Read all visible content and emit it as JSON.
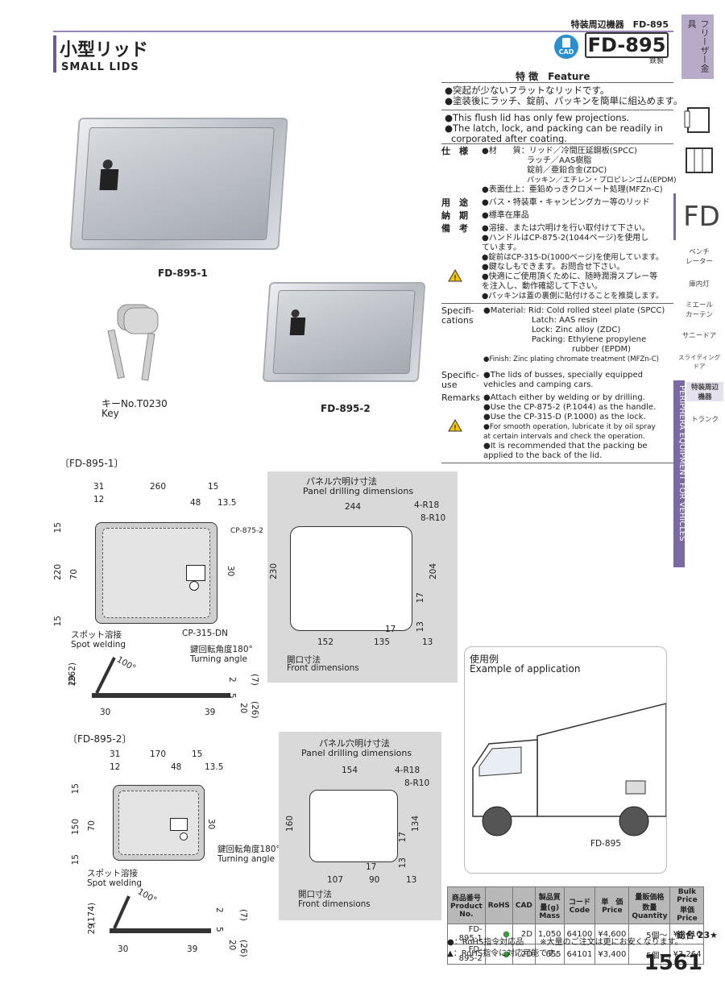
{
  "header": {
    "top_right": "特装周辺機器　FD-895",
    "title_jp": "小型リッド",
    "title_en": "SMALL LIDS",
    "model": "FD-895",
    "material_tag": "鉄製",
    "cad_label": "CAD"
  },
  "features": {
    "heading": "特 徴　Feature",
    "jp": [
      "●突起が少ないフラットなリッドです。",
      "●塗装後にラッチ、錠前、パッキンを簡単に組込めます。"
    ],
    "en": [
      "●This flush lid has only few projections.",
      "●The latch, lock, and packing can be readily in",
      "  corporated after coating."
    ]
  },
  "specs_jp": {
    "spec_label": "仕　様",
    "spec_lines": [
      "●材　　質：リッド／冷間圧延鋼板(SPCC)",
      "ラッチ／AAS樹脂",
      "錠前／亜鉛合金(ZDC)",
      "パッキン／エチレン・プロピレンゴム(EPDM)",
      "●表面仕上：亜鉛めっきクロメート処理(MFZn-C)"
    ],
    "use_label": "用　途",
    "use": "●バス・特装車・キャンピングカー等のリッド",
    "delivery_label": "納　期",
    "delivery": "●標準在庫品",
    "remark_label": "備　考",
    "remarks": [
      "●溶接、または穴明けを行い取付けて下さい。",
      "●ハンドルはCP-875-2(1044ページ)を使用し",
      "  ています。",
      "●錠前はCP-315-D(1000ページ)を使用しています。",
      "●鍵なしもできます。お問合せ下さい。",
      "●快適にご使用頂くために、随時潤滑スプレー等",
      "  を注入し、動作確認して下さい。",
      "●パッキンは蓋の裏側に貼付けることを推奨します。"
    ]
  },
  "specs_en": {
    "spec_label": "Specifi-\ncations",
    "spec_lines": [
      "●Material: Rid: Cold rolled steel plate (SPCC)",
      "Latch: AAS resin",
      "Lock: Zinc alloy (ZDC)",
      "Packing: Ethylene propylene",
      "rubber (EPDM)",
      "●Finish: Zinc plating chromate treatment (MFZn-C)"
    ],
    "use_label": "Specific-\nuse",
    "use": [
      "●The lids of busses, specially equipped",
      "  vehicles and camping cars."
    ],
    "remark_label": "Remarks",
    "remarks": [
      "●Attach either by welding or by drilling.",
      "●Use the CP-875-2 (P.1044) as the handle.",
      "●Use the CP-315-D (P.1000) as the lock.",
      "●For smooth operation, lubricate it by oil spray",
      "  at certain intervals and check the operation.",
      "●It is recommended that the packing be",
      "  applied to the back of the lid."
    ]
  },
  "photos": {
    "fd1": "FD-895-1",
    "fd2": "FD-895-2",
    "key1": "キーNo.T0230",
    "key2": "Key"
  },
  "drawing1": {
    "label": "〔FD-895-1〕",
    "dims": [
      "31",
      "260",
      "15",
      "12",
      "48",
      "13.5",
      "15",
      "220",
      "70",
      "30",
      "15",
      "CP-875-2",
      "CP-315-DN",
      "スポット溶接",
      "Spot welding",
      "鍵回転角度180°",
      "Turning angle",
      "100°",
      "29",
      "(262)",
      "30",
      "39",
      "2",
      "5",
      "20",
      "(26)",
      "(7)"
    ],
    "panel_title_jp": "パネル穴明け寸法",
    "panel_title_en": "Panel drilling dimensions",
    "panel_dims": [
      "244",
      "4-R18",
      "8-R10",
      "230",
      "204",
      "17",
      "17",
      "13",
      "152",
      "135",
      "13"
    ],
    "front_jp": "開口寸法",
    "front_en": "Front dimensions"
  },
  "drawing2": {
    "label": "〔FD-895-2〕",
    "dims": [
      "31",
      "170",
      "15",
      "12",
      "48",
      "13.5",
      "15",
      "150",
      "70",
      "30",
      "15",
      "スポット溶接",
      "Spot welding",
      "鍵回転角度180°",
      "Turning angle",
      "100°",
      "29",
      "(174)",
      "30",
      "39",
      "2",
      "5",
      "20",
      "(26)",
      "(7)"
    ],
    "panel_title_jp": "パネル穴明け寸法",
    "panel_title_en": "Panel drilling dimensions",
    "panel_dims": [
      "154",
      "4-R18",
      "8-R10",
      "160",
      "134",
      "17",
      "17",
      "13",
      "107",
      "90",
      "13"
    ],
    "front_jp": "開口寸法",
    "front_en": "Front dimensions"
  },
  "example": {
    "title_jp": "使用例",
    "title_en": "Example of application",
    "label": "FD-895"
  },
  "table": {
    "headers": [
      "商品番号\nProduct No.",
      "RoHS",
      "CAD",
      "製品質量(g)\nMass",
      "コード\nCode",
      "単　価\nPrice",
      "量販価格\n数量 Quantity",
      "Bulk Price\n単価 Price"
    ],
    "rows": [
      [
        "FD-895-1",
        "●",
        "2D",
        "1,050",
        "64100",
        "¥4,600",
        "5個〜",
        "¥4,416"
      ],
      [
        "FD-895-2",
        "●",
        "2D",
        "655",
        "64101",
        "¥3,400",
        "5個〜",
        "¥3,264"
      ]
    ],
    "note1": "●：RoHS指令対応品　　※大量のご注文は更にお安くなります。",
    "note2": "▲：RoHS指令に対応可能です。"
  },
  "sidebar": {
    "top_label": "フリーザー金具",
    "fd": "FD",
    "items": [
      "ベンチ\nレーター",
      "庫内灯",
      "ミエール\nカーテン",
      "サニードア",
      "スライディング\nドア",
      "特装周辺\n機器",
      "トランク"
    ],
    "vertical": "PERIPHERA EQUIPMENT FOR VEHICLES"
  },
  "page": {
    "total": "総合 23★",
    "number": "1561"
  }
}
